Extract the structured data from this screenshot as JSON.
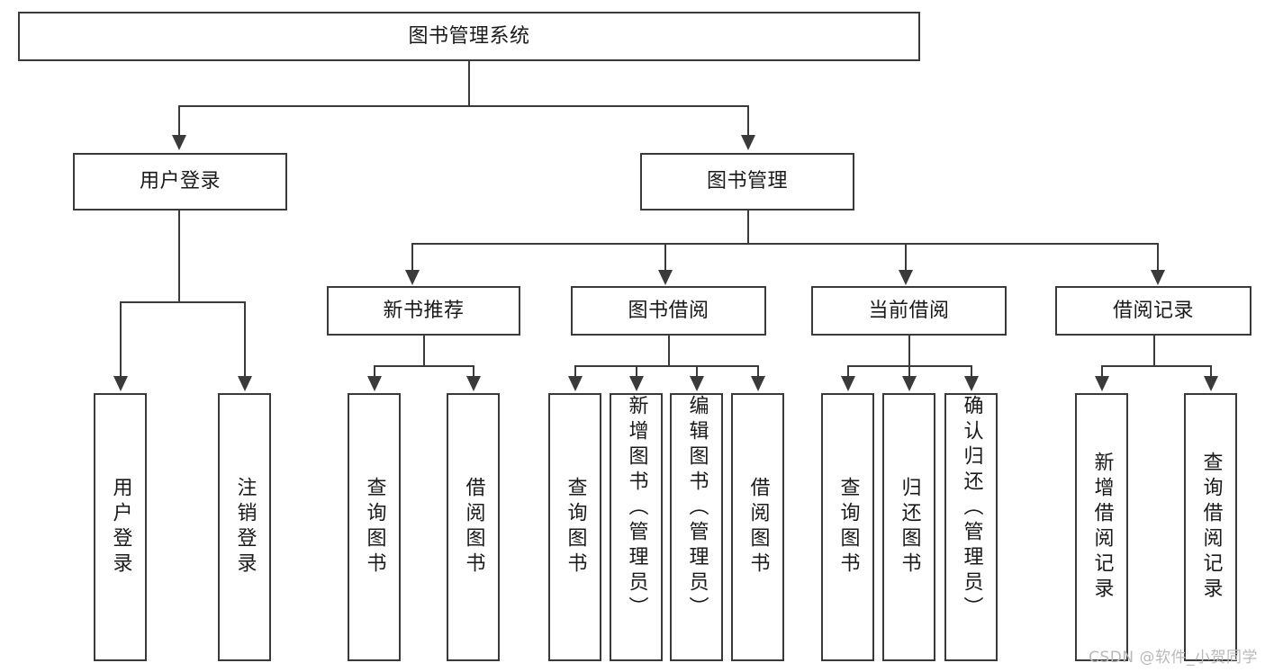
{
  "diagram": {
    "type": "tree-hierarchy",
    "title": "图书管理系统",
    "orientation": "top-down",
    "colors": {
      "stroke": "#3a3a3a",
      "fill": "#ffffff",
      "text": "#1a1a1a",
      "watermark": "#b9b9b9"
    },
    "levels": 4
  },
  "root": {
    "label": "图书管理系统"
  },
  "level1": [
    {
      "label": "用户登录"
    },
    {
      "label": "图书管理"
    }
  ],
  "level2": [
    {
      "label": "新书推荐"
    },
    {
      "label": "图书借阅"
    },
    {
      "label": "当前借阅"
    },
    {
      "label": "借阅记录"
    }
  ],
  "leaves": {
    "user_login": [
      {
        "label": "用户登录"
      },
      {
        "label": "注销登录"
      }
    ],
    "new_book_recommend": [
      {
        "label": "查询图书"
      },
      {
        "label": "借阅图书"
      }
    ],
    "book_borrow": [
      {
        "label": "查询图书"
      },
      {
        "label": "新增图书（管理员）"
      },
      {
        "label": "编辑图书（管理员）"
      },
      {
        "label": "借阅图书"
      }
    ],
    "current_borrow": [
      {
        "label": "查询图书"
      },
      {
        "label": "归还图书"
      },
      {
        "label": "确认归还（管理员）"
      }
    ],
    "borrow_record": [
      {
        "label": "新增借阅记录"
      },
      {
        "label": "查询借阅记录"
      }
    ]
  },
  "watermark": {
    "text": "CSDN @软件_小贺同学"
  }
}
